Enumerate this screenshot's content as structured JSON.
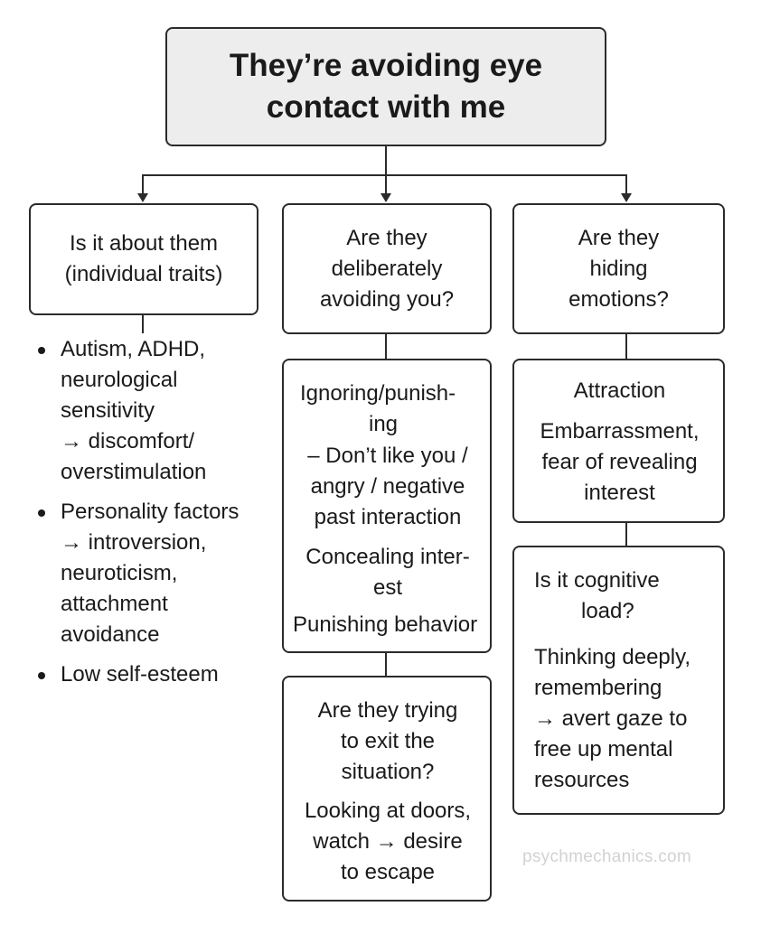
{
  "root": {
    "line1": "They’re avoiding eye",
    "line2": "contact with me"
  },
  "branches": {
    "left": {
      "question_lines": [
        "Is it about them",
        "(individual traits)"
      ],
      "bullets": [
        {
          "lines": [
            "Autism, ADHD,",
            "neurological",
            "sensitivity",
            "→ discomfort/",
            "overstimulation"
          ]
        },
        {
          "lines": [
            "Personality factors",
            "→ introversion,",
            "neuroticism,",
            "attachment",
            "avoidance"
          ]
        },
        {
          "lines": [
            "Low self-esteem"
          ]
        }
      ]
    },
    "middle": {
      "question_lines": [
        "Are they",
        "deliberately",
        "avoiding you?"
      ],
      "detail": {
        "heading_lines": [
          "Ignoring/punish-",
          "ing"
        ],
        "body_lines": [
          "– Don’t like you /",
          "angry / negative",
          "past interaction"
        ],
        "concealing_lines": [
          "Concealing inter-",
          "est"
        ],
        "punishing": "Punishing behavior"
      },
      "exit": {
        "question_lines": [
          "Are they trying",
          "to exit the",
          "situation?"
        ],
        "detail_lines": [
          "Looking at doors,",
          "watch → desire",
          "to escape"
        ]
      }
    },
    "right": {
      "question_lines": [
        "Are they",
        "hiding",
        "emotions?"
      ],
      "detail": {
        "heading": "Attraction",
        "body_lines": [
          "Embarrassment,",
          "fear of revealing",
          "interest"
        ]
      },
      "cognitive": {
        "question_lines": [
          "Is it cognitive",
          "load?"
        ],
        "detail_lines": [
          "Thinking deeply,",
          "remembering",
          "→ avert gaze to",
          "free up mental",
          "resources"
        ]
      }
    }
  },
  "watermark": "psychmechanics.com"
}
